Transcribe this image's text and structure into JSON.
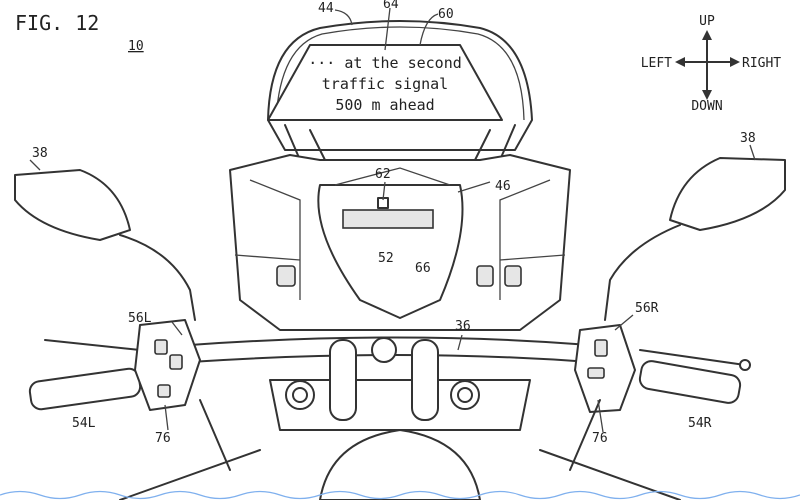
{
  "figure": {
    "title": "FIG. 12",
    "ref_main": "10"
  },
  "display_message": {
    "line1": "··· at the second",
    "line2": "traffic signal",
    "line3": "500 m ahead"
  },
  "directions": {
    "up": "UP",
    "down": "DOWN",
    "left": "LEFT",
    "right": "RIGHT"
  },
  "refs": {
    "windscreen": "44",
    "hud_image": "64",
    "projection_area": "60",
    "mirror_left": "38",
    "mirror_right": "38",
    "camera": "62",
    "meter_unit": "46",
    "meter_display": "52",
    "meter_panel": "66",
    "switch_left": "56L",
    "switch_right": "56R",
    "handlebar": "36",
    "grip_left": "54L",
    "grip_right": "54R",
    "button_left": "76",
    "button_right": "76"
  }
}
